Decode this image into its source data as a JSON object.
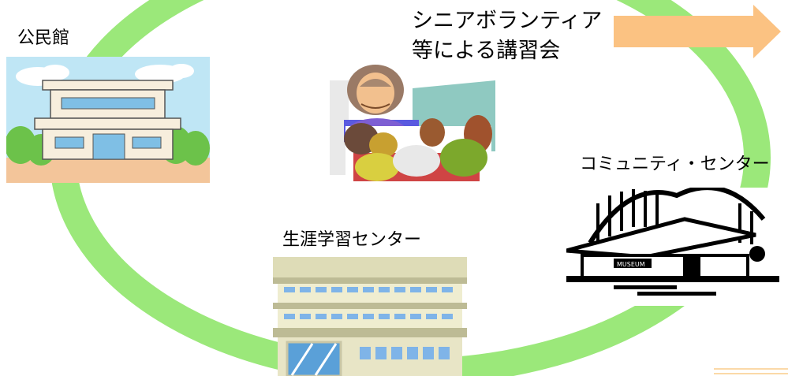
{
  "labels": {
    "kominkan": "公民館",
    "senior_line1": "シニアボランティア",
    "senior_line2": "等による講習会",
    "community_center": "コミュニティ・センター",
    "lifelong_center": "生涯学習センター"
  },
  "colors": {
    "ring": "#9be87a",
    "arrow": "#fbc282",
    "text": "#000000"
  },
  "icons": {
    "kominkan": "community-hall-building-icon",
    "seminar": "senior-lecture-classroom-icon",
    "community_center": "modern-museum-building-icon",
    "lifelong_center": "office-building-icon"
  }
}
